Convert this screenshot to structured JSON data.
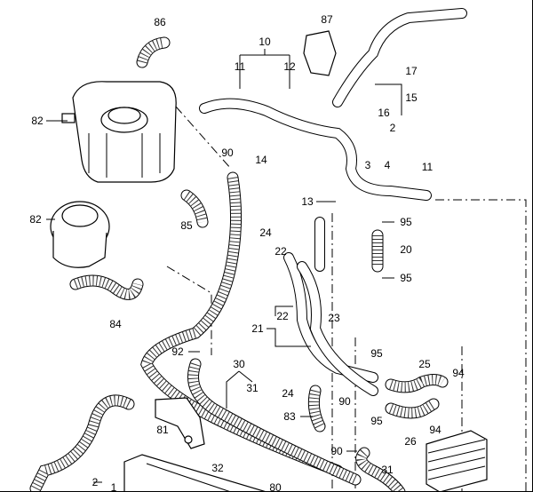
{
  "diagram": {
    "labels": [
      "86",
      "87",
      "10",
      "11",
      "12",
      "17",
      "15",
      "16",
      "82",
      "2",
      "90",
      "14",
      "3",
      "4",
      "11",
      "13",
      "95",
      "82",
      "85",
      "24",
      "20",
      "22",
      "95",
      "23",
      "84",
      "22",
      "21",
      "95",
      "25",
      "94",
      "92",
      "30",
      "31",
      "24",
      "90",
      "83",
      "95",
      "81",
      "26",
      "94",
      "90",
      "32",
      "31",
      "2",
      "1",
      "80"
    ]
  }
}
